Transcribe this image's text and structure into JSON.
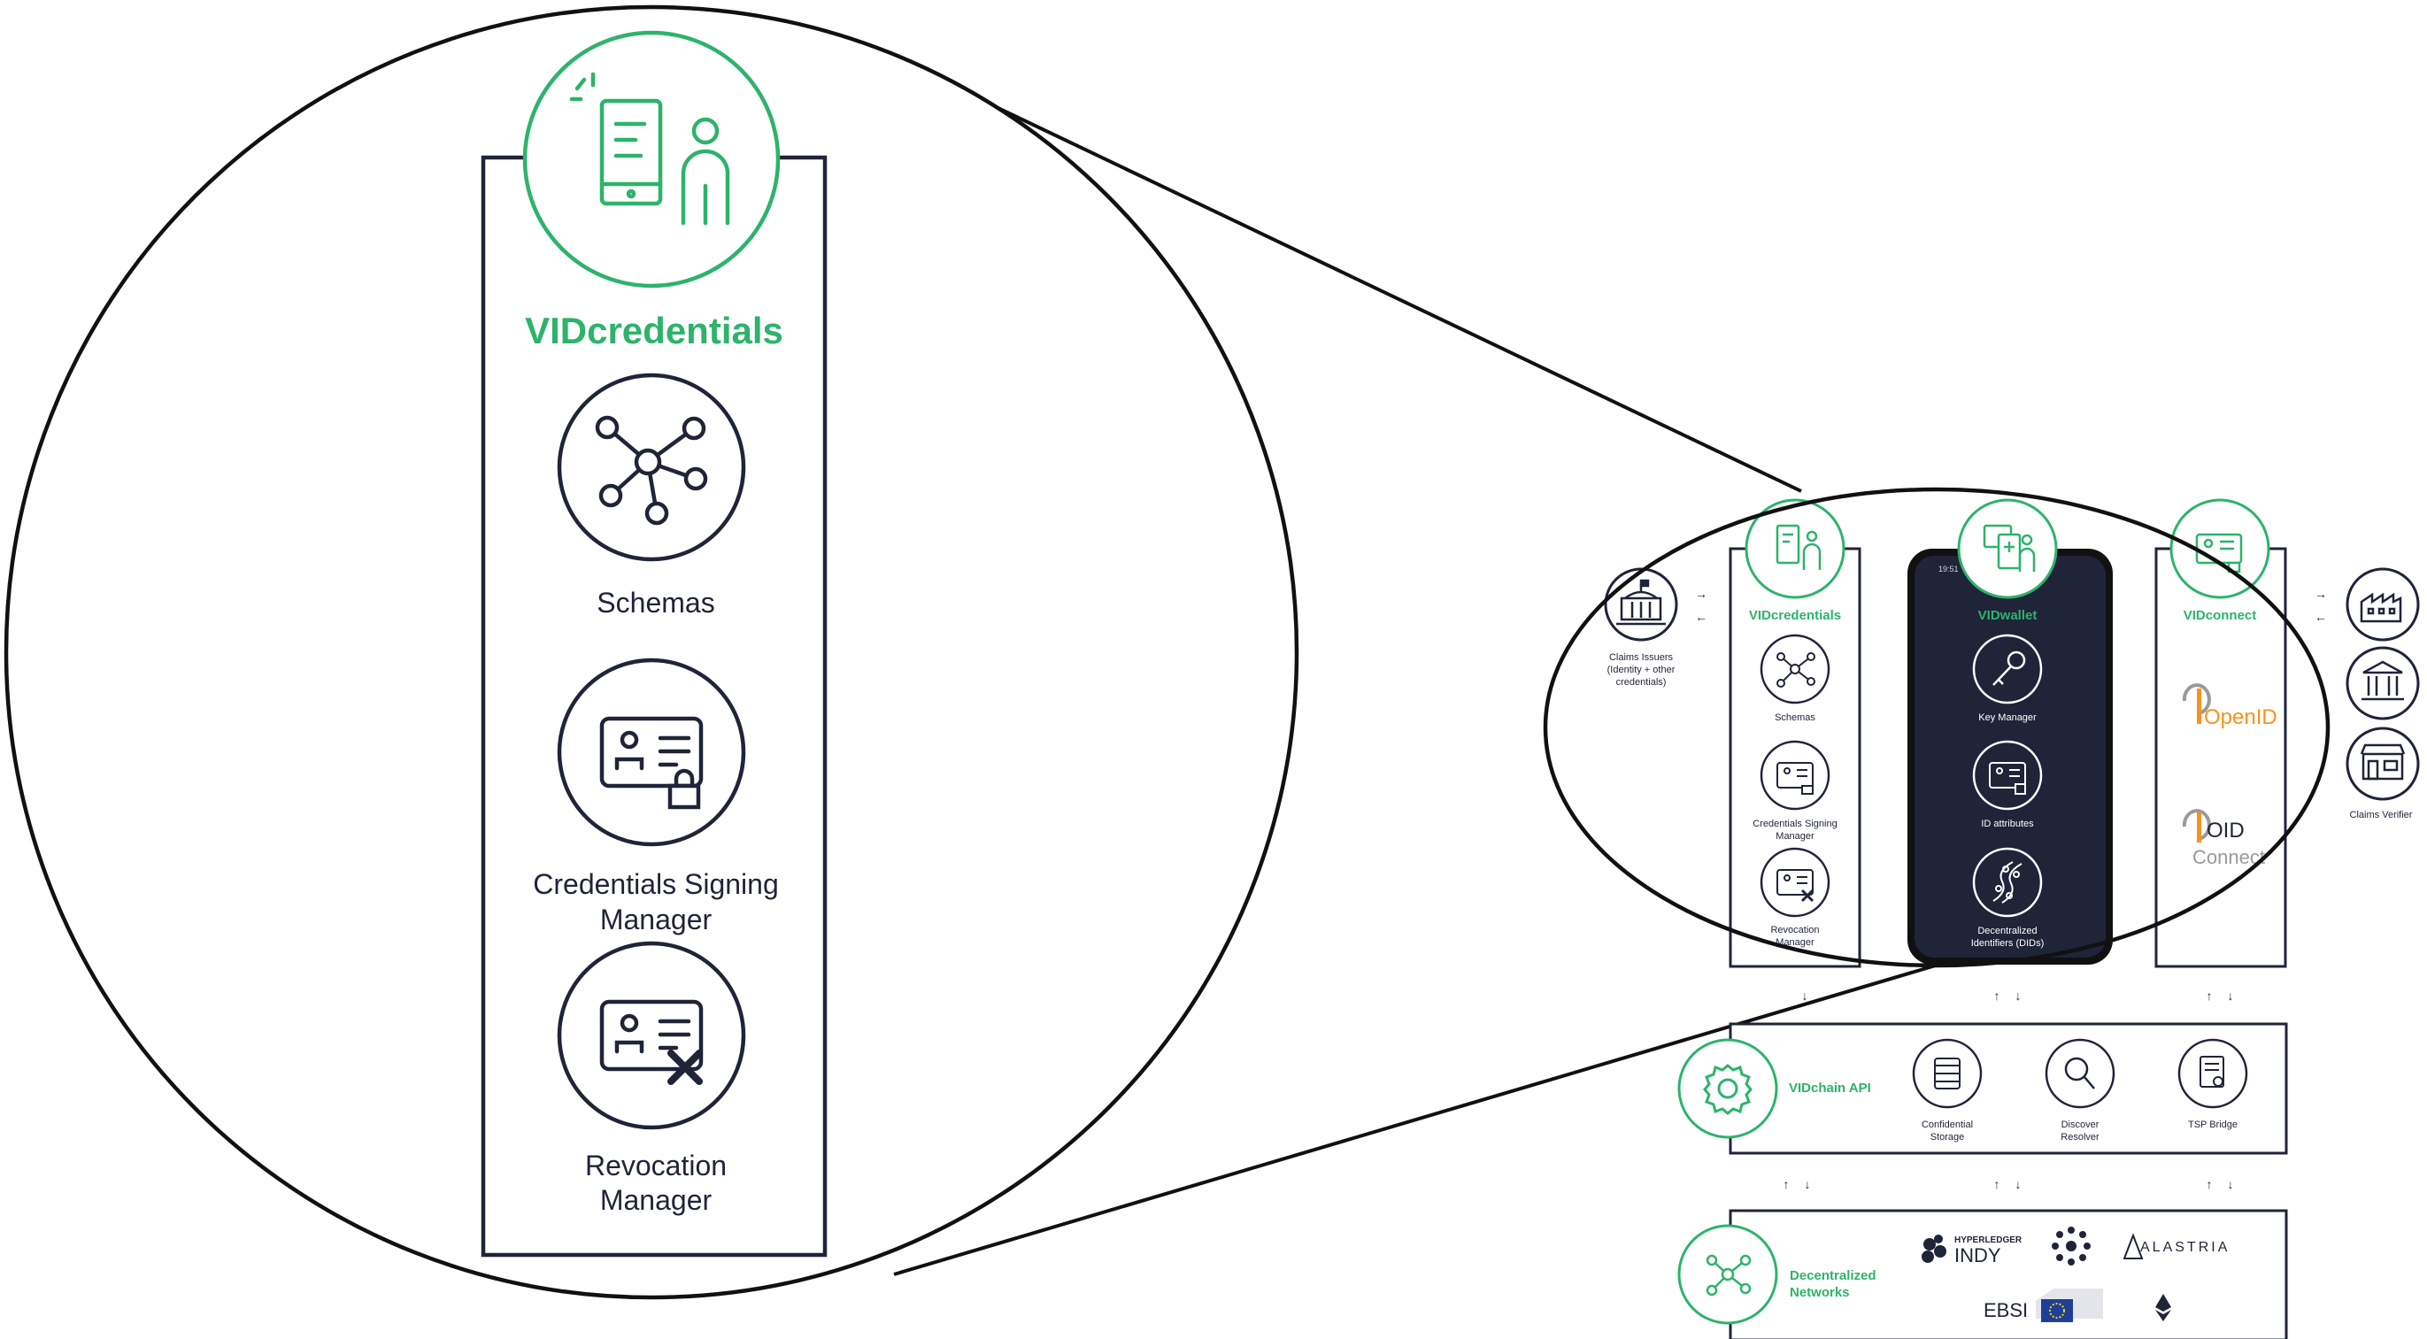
{
  "colors": {
    "green": "#2db36b",
    "navy": "#1f2438",
    "line": "#111111",
    "orange": "#f7931e",
    "gray": "#9a9a9a"
  },
  "zoom": {
    "title": "VIDcredentials",
    "items": [
      "Schemas",
      "Credentials Signing",
      "Manager",
      "Revocation",
      "Manager"
    ]
  },
  "overview": {
    "issuers_label": [
      "Claims Issuers",
      "(Identity + other",
      "credentials)"
    ],
    "verifier_label": "Claims Verifier",
    "credentials": {
      "title": "VIDcredentials",
      "items": [
        "Schemas",
        "Credentials Signing",
        "Manager",
        "Revocation",
        "Manager"
      ]
    },
    "wallet": {
      "title": "VIDwallet",
      "time": "19:51",
      "items": [
        "Key Manager",
        "ID attributes",
        "Decentralized",
        "Identifiers (DIDs)"
      ]
    },
    "connect": {
      "title": "VIDconnect",
      "openid": "OpenID",
      "oid": "OID",
      "oid_connect": "Connect"
    },
    "api": {
      "title": "VIDchain API",
      "items": [
        "Confidential",
        "Storage",
        "Discover",
        "Resolver",
        "TSP Bridge"
      ]
    },
    "networks": {
      "title": [
        "Decentralized",
        "Networks"
      ],
      "hyperledger": "HYPERLEDGER",
      "indy": "INDY",
      "alastria": "ALASTRIA",
      "ebsi": "EBSI"
    }
  },
  "icons": [
    "mobile-user-icon",
    "network-icon",
    "id-card-lock-icon",
    "id-card-cross-icon",
    "issuer-building-icon",
    "factory-icon",
    "bank-icon",
    "store-icon",
    "key-icon",
    "dna-icon",
    "mobile-plus-user-icon",
    "id-card-phone-icon",
    "gear-icon",
    "server-icon",
    "magnifier-icon",
    "certificate-icon",
    "openid-logo",
    "oid-logo",
    "hyperledger-logo",
    "network-hub-logo",
    "alastria-logo",
    "eu-flag-logo",
    "ethereum-logo"
  ]
}
